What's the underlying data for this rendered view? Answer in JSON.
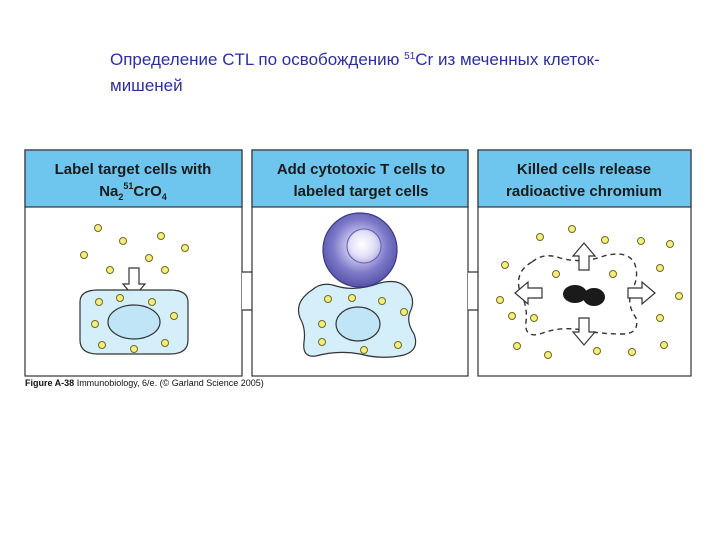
{
  "slide": {
    "title_part1": "Определение CTL по освобождению ",
    "title_superscript": "51",
    "title_part2": "Cr из меченных клеток-мишеней"
  },
  "figure": {
    "panels": [
      {
        "line1": "Label target cells with",
        "line2_prefix": "Na",
        "line2_sub1": "2",
        "line2_sup": "51",
        "line2_mid": "CrO",
        "line2_sub2": "4"
      },
      {
        "line1": "Add cytotoxic T cells to",
        "line2": "labeled target cells"
      },
      {
        "line1": "Killed cells release",
        "line2": "radioactive chromium"
      }
    ],
    "caption": {
      "figure_label": "Figure A-38",
      "text": " Immunobiology, 6/e. (© Garland Science 2005)"
    },
    "colors": {
      "header_bg": "#6ec6ee",
      "cell_fill": "#d4eefa",
      "nucleus_fill": "#bfe5f7",
      "isotope_dot": "#f7ee7a",
      "t_cell": "#7a78c8",
      "dead_nucleus": "#1a1a1a"
    }
  }
}
